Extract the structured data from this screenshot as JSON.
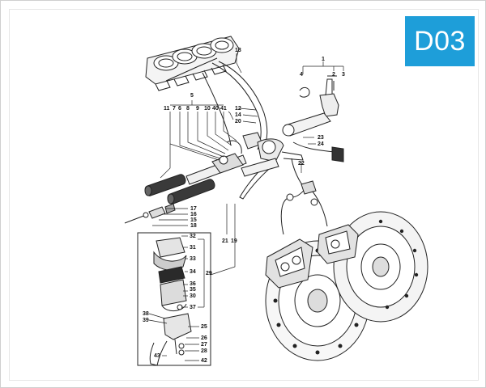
{
  "badge": {
    "code": "D03",
    "color": "#1e9ed9"
  },
  "callouts": {
    "c1": "1",
    "c2": "2",
    "c3": "3",
    "c4": "4",
    "c5": "5",
    "c6": "6",
    "c7": "7",
    "c8": "8",
    "c9": "9",
    "c10": "10",
    "c11": "11",
    "c12": "12",
    "c13": "13",
    "c14": "14",
    "c15": "15",
    "c16": "16",
    "c17": "17",
    "c18": "18",
    "c19": "19",
    "c20": "20",
    "c21": "21",
    "c22": "22",
    "c23": "23",
    "c24": "24",
    "c25": "25",
    "c26": "26",
    "c27": "27",
    "c28": "28",
    "c29": "29",
    "c30": "30",
    "c31": "31",
    "c32": "32",
    "c33": "33",
    "c34": "34",
    "c35": "35",
    "c36": "36",
    "c37": "37",
    "c38": "38",
    "c39": "39",
    "c40": "40",
    "c41": "41",
    "c42": "42",
    "c43": "43"
  }
}
